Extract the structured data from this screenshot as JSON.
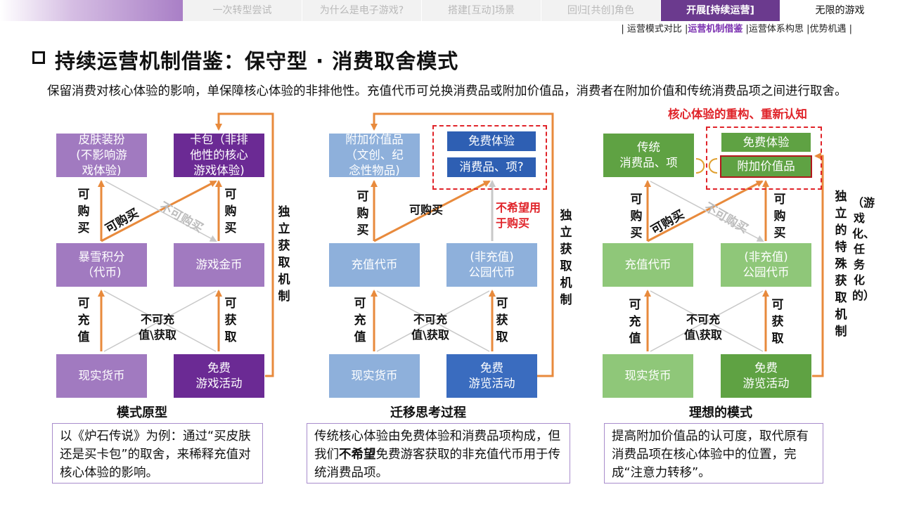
{
  "nav": {
    "tabs": [
      "一次转型尝试",
      "为什么是电子游戏?",
      "搭建[互动]场景",
      "回归[共创]角色",
      "开展[持续运营]",
      "无限的游戏"
    ],
    "active_index": 4
  },
  "subnav": {
    "items": [
      "运营模式对比",
      "运营机制借鉴",
      "运营体系构思",
      "优势机遇"
    ],
    "active_index": 1
  },
  "title": "持续运营机制借鉴：保守型 · 消费取舍模式",
  "intro": "保留消费对核心体验的影响，单保障核心体验的非排他性。充值代币可兑换消费品或附加价值品，消费者在附加价值和传统消费品项之间进行取舍。",
  "panel1": {
    "box_skin": "皮肤装扮\n(不影响游\n戏体验)",
    "box_cardpack": "卡包（非排\n他性的核心\n游戏体验)",
    "box_points": "暴雪积分\n（代币)",
    "box_gold": "游戏金币",
    "box_money": "现实货币",
    "box_free": "免费\n游戏活动",
    "label_buy_left": "可购买",
    "label_buy_right": "可购买",
    "label_buy_diag": "可购买",
    "label_nobuy_diag": "不可购买",
    "label_charge": "可充值",
    "label_obtain": "可获取",
    "label_nocharge": "不可充\n值\\获取",
    "label_independent": "独立获取机制",
    "caption": "模式原型",
    "desc": "以《炉石传说》为例：通过“买皮肤还是买卡包”的取舍，来稀释充值对核心体验的影响。"
  },
  "panel2": {
    "box_value": "附加价值品\n（文创、纪\n念性物品)",
    "box_freeexp": "免费体验",
    "box_consum": "消费品、项?",
    "box_currency": "充值代币",
    "box_parkcoin": "(非充值)\n公园代币",
    "box_money": "现实货币",
    "box_free": "免费\n游览活动",
    "label_buy_left": "可购买",
    "label_buy_diag": "可购买",
    "label_nowant": "不希望用\n于购买",
    "label_charge": "可充值",
    "label_obtain": "可获取",
    "label_nocharge": "不可充\n值\\获取",
    "label_independent": "独立获取机制",
    "caption": "迁移思考过程",
    "desc_pre": "传统核心体验由免费体验和消费品项构成，但我们",
    "desc_bold": "不希望",
    "desc_post": "免费游客获取的非充值代币用于传统消费品项。"
  },
  "panel3": {
    "red_title": "核心体验的重构、重新认知",
    "box_trad": "传统\n消费品、项",
    "box_freeexp": "免费体验",
    "box_value": "附加价值品",
    "box_currency": "充值代币",
    "box_parkcoin": "(非充值)\n公园代币",
    "box_money": "现实货币",
    "box_free": "免费\n游览活动",
    "label_buy_left": "可购买",
    "label_buy_right": "可购买",
    "label_buy_diag": "可购买",
    "label_nobuy_diag": "不可购买",
    "label_charge": "可充值",
    "label_obtain": "可获取",
    "label_nocharge": "不可充\n值\\获取",
    "label_independent": "独立的特殊获取机制",
    "label_paren": "（游戏化、任务化的）",
    "caption": "理想的模式",
    "desc": "提高附加价值品的认可度，取代原有消费品项在核心体验中的位置，完成“注意力转移”。"
  },
  "colors": {
    "accent_purple": "#6b3a8e",
    "arrow_orange": "#e88a3c",
    "dash_red": "#e0242a"
  }
}
